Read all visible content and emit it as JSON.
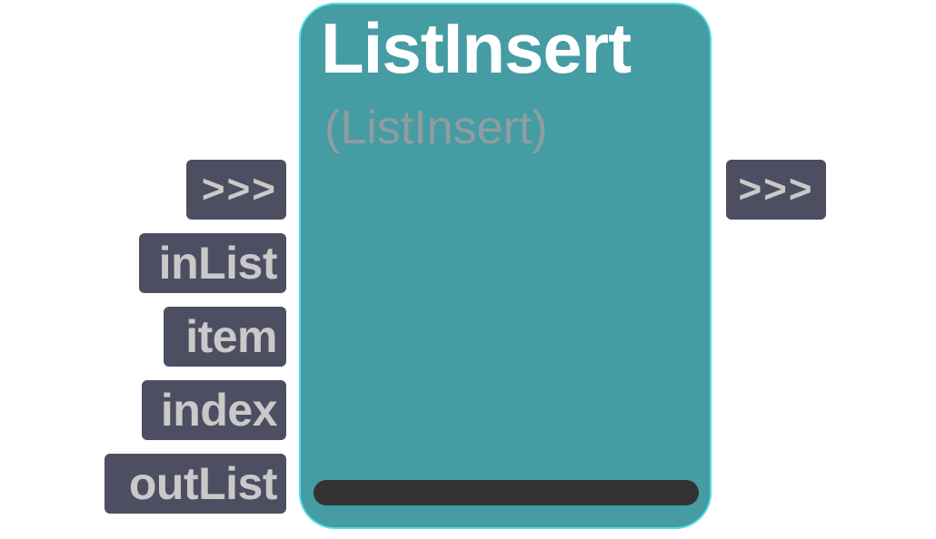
{
  "node": {
    "title": "ListInsert",
    "subtitle": "(ListInsert)",
    "color": "#459ca3",
    "border_color": "#4fdde6"
  },
  "inputs": [
    {
      "label": ">>>"
    },
    {
      "label": "inList"
    },
    {
      "label": "item"
    },
    {
      "label": "index"
    },
    {
      "label": "outList"
    }
  ],
  "outputs": [
    {
      "label": ">>>"
    }
  ]
}
